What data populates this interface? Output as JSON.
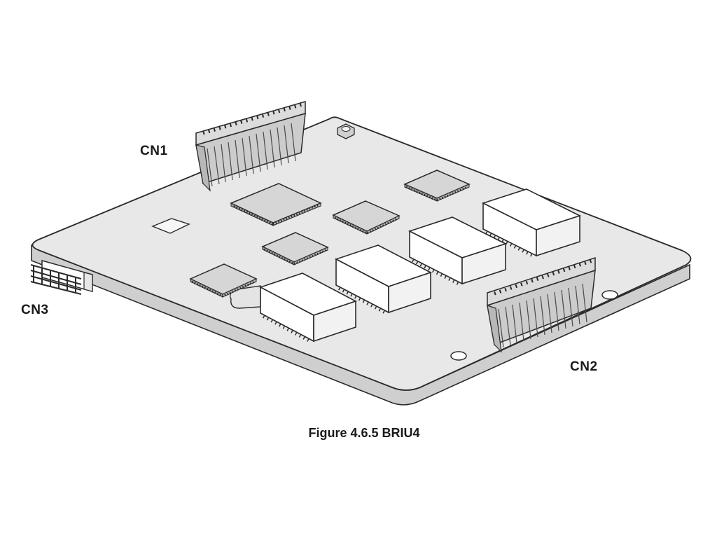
{
  "labels": {
    "cn1": "CN1",
    "cn2": "CN2",
    "cn3": "CN3"
  },
  "caption": "Figure 4.6.5 BRIU4",
  "colors": {
    "board_top": "#e8e8e8",
    "board_edge": "#cfcfcf",
    "outline": "#2a2a2a",
    "chip_body": "#d6d6d6",
    "module_face": "#ffffff",
    "connector_body": "#cccccc"
  }
}
